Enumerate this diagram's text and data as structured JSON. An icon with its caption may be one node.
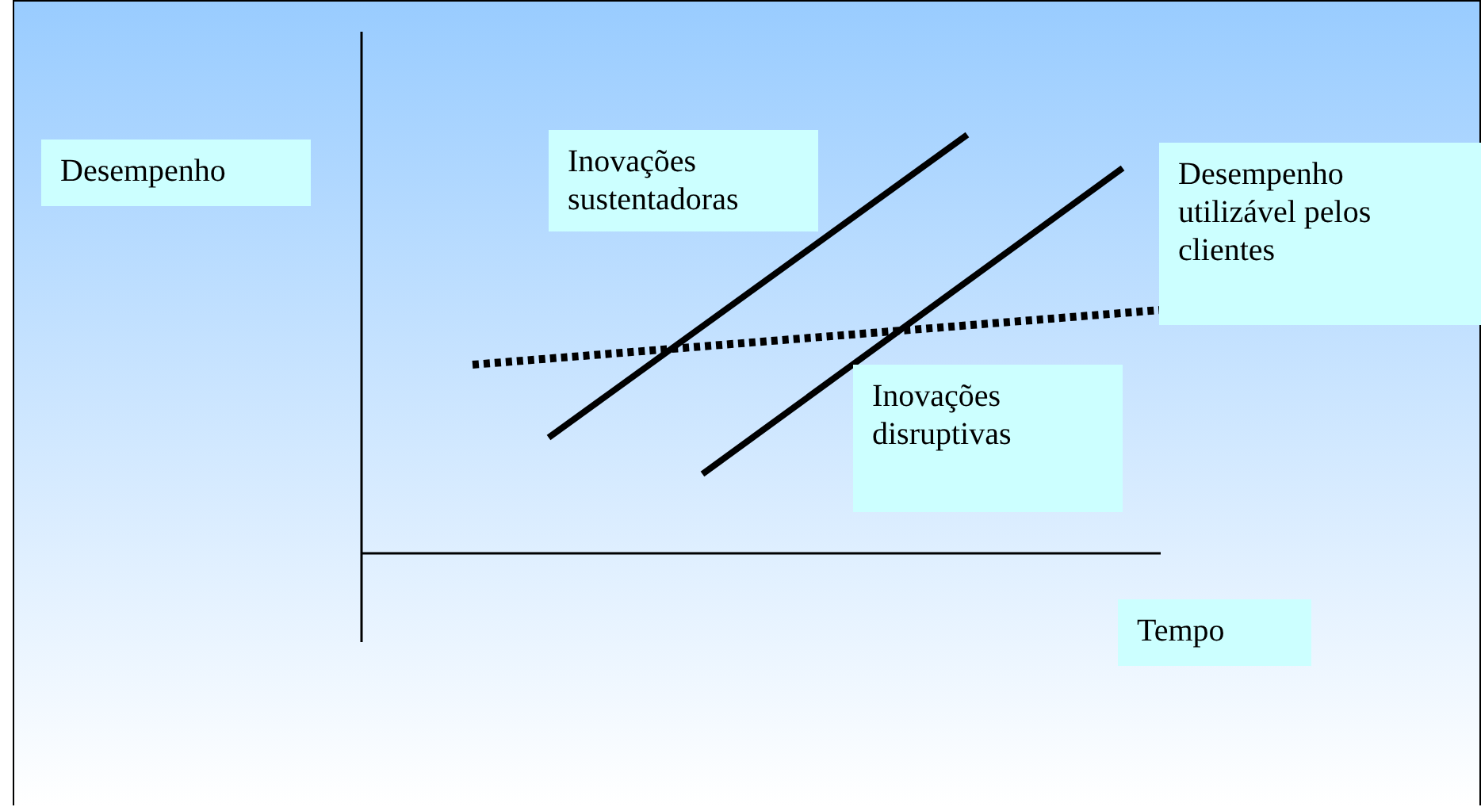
{
  "diagram": {
    "nodes": [
      {
        "text": [
          "Desempenho"
        ]
      },
      {
        "text": [
          "Inovações sustentadoras"
        ]
      },
      {
        "text": [
          "Desempenho utilizável pelos clientes"
        ]
      },
      {
        "text": [
          "Inovações disruptivas"
        ]
      },
      {
        "text": [
          "Tempo"
        ]
      }
    ],
    "edges": []
  }
}
